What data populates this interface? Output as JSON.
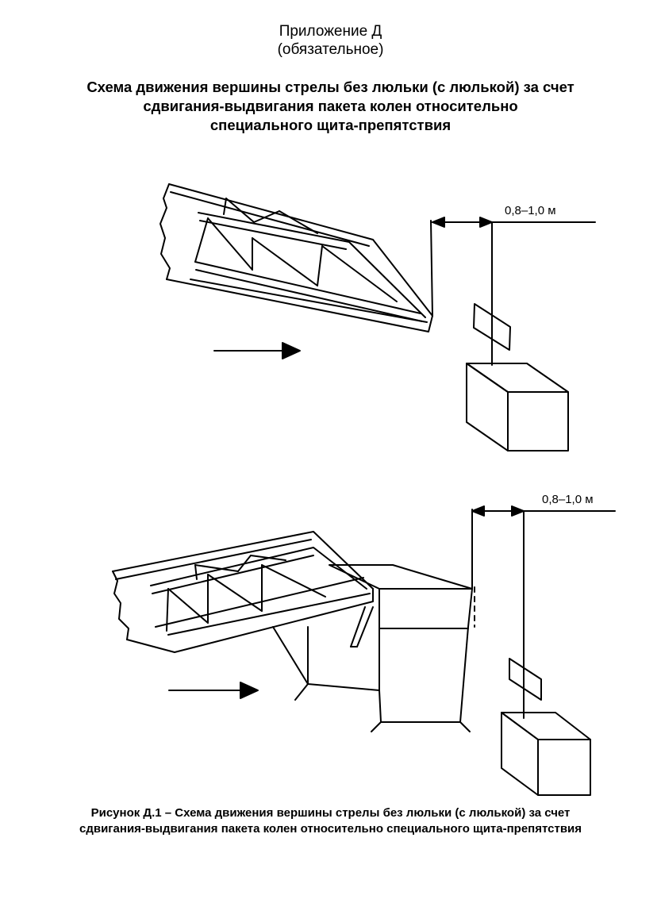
{
  "appendix": {
    "title": "Приложение Д",
    "status": "(обязательное)"
  },
  "heading": {
    "lines": [
      "Схема движения вершины стрелы без люльки (с люлькой) за счет",
      "сдвигания-выдвигания пакета колен относительно",
      "специального щита-препятствия"
    ]
  },
  "figure_top": {
    "dimension_label": "0,8–1,0 м"
  },
  "figure_bottom": {
    "dimension_label": "0,8–1,0 м"
  },
  "caption": {
    "lines": [
      "Рисунок Д.1 – Схема движения вершины стрелы без люльки (с люлькой) за счет",
      "сдвигания-выдвигания пакета колен относительно специального щита-препятствия"
    ]
  }
}
